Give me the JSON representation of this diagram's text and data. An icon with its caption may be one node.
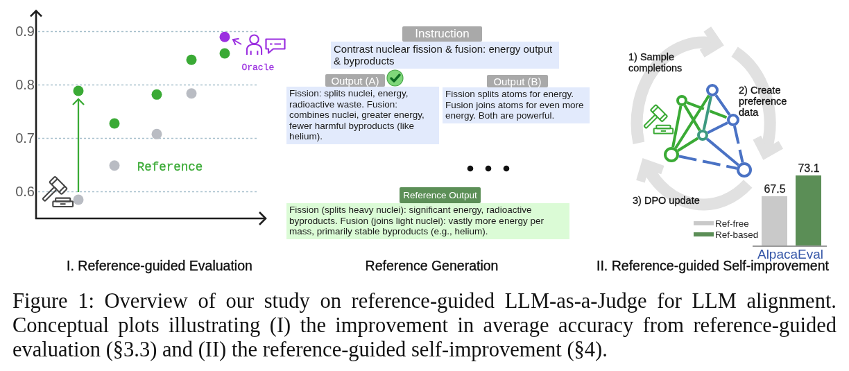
{
  "diagram": {
    "caption": "Figure 1: Overview of our study on reference-guided LLM-as-a-Judge for LLM alignment. Conceptual plots illustrating (I) the improvement in average accuracy from reference-guided evaluation (§3.3) and (II) the reference-guided self-improvement (§4).",
    "nodes": [
      {
        "text": [
          "Instruction",
          "Contrast nuclear fission & fusion: energy output & byproducts"
        ]
      },
      {
        "text": [
          "Output (A)",
          "Fission: splits nuclei, energy, radioactive waste. Fusion: combines nuclei, greater energy, fewer harmful byproducts (like helium)."
        ]
      },
      {
        "text": [
          "Output (B)",
          "Fission splits atoms for energy. Fusion joins atoms for even more energy. Both are powerful."
        ]
      },
      {
        "text": [
          "Reference Output",
          "Fission (splits heavy nuclei): significant energy, radioactive byproducts. Fusion (joins light nuclei): vastly more energy per mass, primarily stable byproducts (e.g., helium)."
        ]
      },
      {
        "text": [],
        "shape": "circle"
      },
      {
        "text": [],
        "shape": "circle"
      },
      {
        "text": [],
        "shape": "circle"
      },
      {
        "text": [],
        "shape": "circle"
      },
      {
        "text": [],
        "shape": "circle"
      },
      {
        "text": [],
        "shape": "circle"
      }
    ],
    "edges": [
      {
        "from": 4,
        "to": 5,
        "arrow": "none",
        "color": "#3aaa35"
      },
      {
        "from": 4,
        "to": 6,
        "arrow": "none",
        "color": "#3aaa35"
      },
      {
        "from": 4,
        "to": 7,
        "arrow": "none",
        "color": "#3aaa35"
      },
      {
        "from": 4,
        "to": 9,
        "arrow": "none",
        "style": "dashed",
        "color": "#4a72c4"
      },
      {
        "from": 5,
        "to": 6,
        "arrow": "none",
        "color": "#3aaa35"
      },
      {
        "from": 5,
        "to": 8,
        "arrow": "none",
        "style": "dashed",
        "color": "#3aaa35"
      },
      {
        "from": 6,
        "to": 7,
        "arrow": "none",
        "color": "#3d9a80"
      },
      {
        "from": 6,
        "to": 8,
        "arrow": "none",
        "color": "#4a72c4"
      },
      {
        "from": 6,
        "to": 9,
        "arrow": "none",
        "color": "#4a72c4"
      },
      {
        "from": 7,
        "to": 8,
        "arrow": "none",
        "color": "#4a72c4"
      },
      {
        "from": 8,
        "to": 9,
        "arrow": "none",
        "style": "dashed",
        "color": "#4a72c4"
      }
    ],
    "labels": [
      "1) Sample completions",
      "2) Create preference data",
      "3) DPO update",
      "I. Reference-guided Evaluation",
      "Reference Generation",
      "II. Reference-guided Self-improvement"
    ],
    "chart_data": [
      {
        "type": "scatter",
        "categories": [
          null,
          null,
          null,
          null,
          null
        ],
        "series": [
          {
            "color": "#b9bcc3",
            "values": [
              0.585,
              0.649,
              0.708,
              0.784,
              null
            ]
          },
          {
            "color": "#3aaa35",
            "values": [
              0.789,
              0.728,
              0.782,
              0.847,
              0.859
            ]
          },
          {
            "color": "#9b30e0",
            "values": [
              null,
              null,
              null,
              null,
              0.89
            ]
          }
        ],
        "ylim": [
          0.55,
          0.94
        ],
        "yticks": [
          0.6,
          0.7,
          0.8,
          0.9
        ],
        "grid": true,
        "annotations": [
          "Reference",
          "Oracle"
        ]
      },
      {
        "type": "bar",
        "categories": [
          "AlpacaEval"
        ],
        "series": [
          {
            "name": "Ref-free",
            "color": "#c9c9c9",
            "values": [
              67.5
            ]
          },
          {
            "name": "Ref-based",
            "color": "#5b8e56",
            "values": [
              73.1
            ]
          }
        ],
        "ylim": [
          54.3,
          73.1
        ],
        "data_labels": true,
        "legend": true
      }
    ]
  }
}
